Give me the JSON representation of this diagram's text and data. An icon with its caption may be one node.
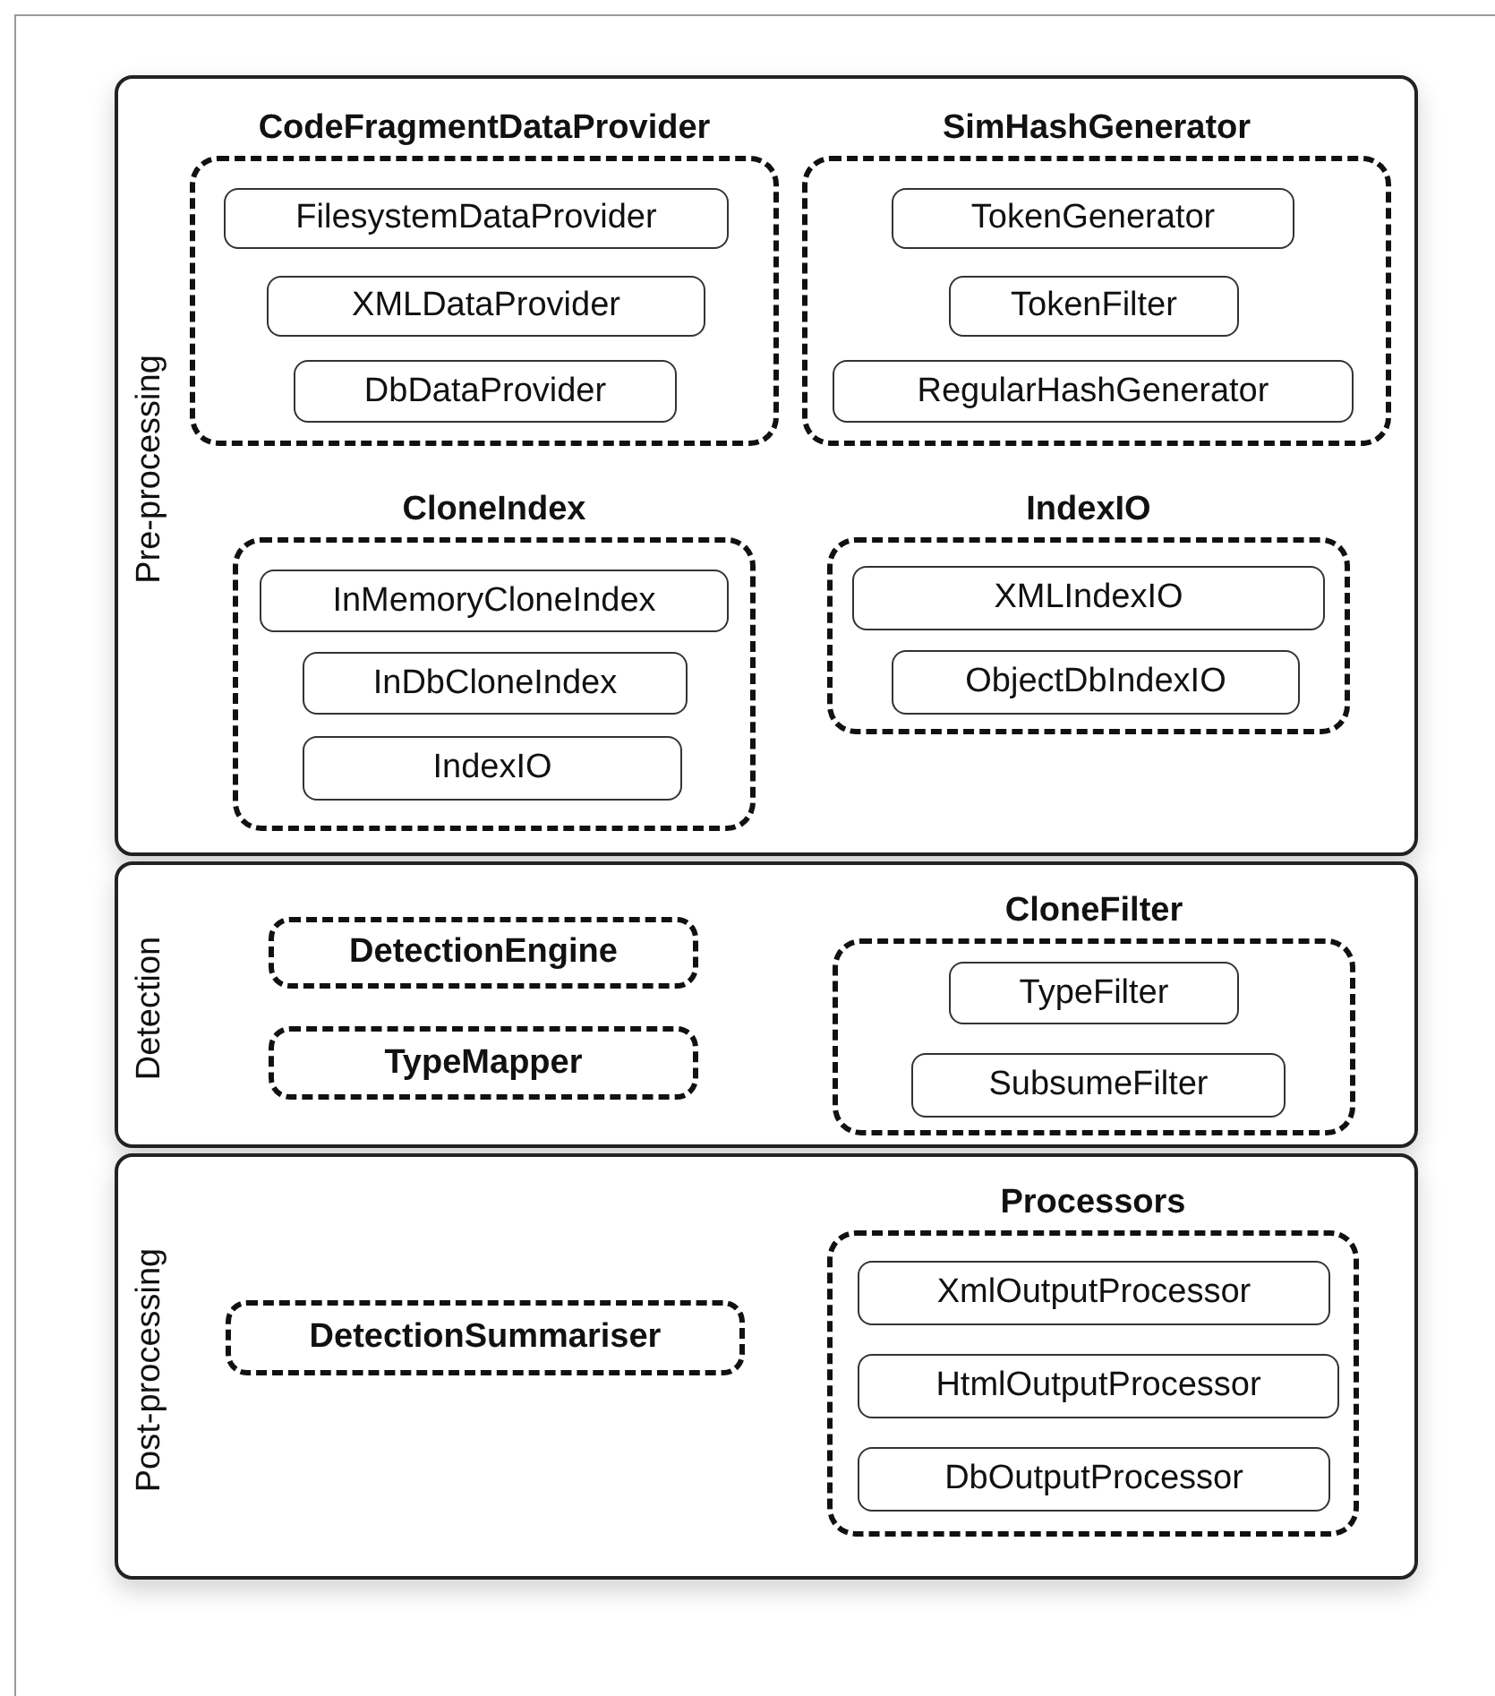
{
  "diagram": {
    "nodes": [
      {
        "text": [
          "Pre-processing"
        ]
      },
      {
        "text": [
          "CodeFragmentDataProvider"
        ],
        "in": 0
      },
      {
        "text": [
          "FilesystemDataProvider"
        ],
        "in": 1
      },
      {
        "text": [
          "XMLDataProvider"
        ],
        "in": 1
      },
      {
        "text": [
          "DbDataProvider"
        ],
        "in": 1
      },
      {
        "text": [
          "SimHashGenerator"
        ],
        "in": 0
      },
      {
        "text": [
          "TokenGenerator"
        ],
        "in": 5
      },
      {
        "text": [
          "TokenFilter"
        ],
        "in": 5
      },
      {
        "text": [
          "RegularHashGenerator"
        ],
        "in": 5
      },
      {
        "text": [
          "CloneIndex"
        ],
        "in": 0
      },
      {
        "text": [
          "InMemoryCloneIndex"
        ],
        "in": 9
      },
      {
        "text": [
          "InDbCloneIndex"
        ],
        "in": 9
      },
      {
        "text": [
          "IndexIO"
        ],
        "in": 9
      },
      {
        "text": [
          "IndexIO"
        ],
        "in": 0
      },
      {
        "text": [
          "XMLIndexIO"
        ],
        "in": 13
      },
      {
        "text": [
          "ObjectDbIndexIO"
        ],
        "in": 13
      },
      {
        "text": [
          "Detection"
        ]
      },
      {
        "text": [
          "DetectionEngine"
        ],
        "in": 16
      },
      {
        "text": [
          "TypeMapper"
        ],
        "in": 16
      },
      {
        "text": [
          "CloneFilter"
        ],
        "in": 16
      },
      {
        "text": [
          "TypeFilter"
        ],
        "in": 19
      },
      {
        "text": [
          "SubsumeFilter"
        ],
        "in": 19
      },
      {
        "text": [
          "Post-processing"
        ]
      },
      {
        "text": [
          "DetectionSummariser"
        ],
        "in": 22
      },
      {
        "text": [
          "Processors"
        ],
        "in": 22
      },
      {
        "text": [
          "XmlOutputProcessor"
        ],
        "in": 24
      },
      {
        "text": [
          "HtmlOutputProcessor"
        ],
        "in": 24
      },
      {
        "text": [
          "DbOutputProcessor"
        ],
        "in": 24
      }
    ]
  }
}
